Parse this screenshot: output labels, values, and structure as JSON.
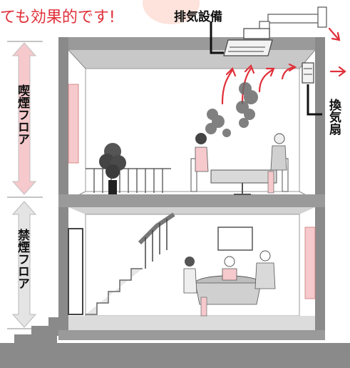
{
  "headline": "ても効果的です!",
  "labels": {
    "exhaust_equipment": "排気設備",
    "ventilation_fan": "換気扇",
    "smoking_floor": "喫煙フロア",
    "non_smoking_floor": "禁煙フロア"
  },
  "colors": {
    "headline_text": "#e0303a",
    "headline_bubble": "#fde3dc",
    "arrow_red": "#e0303a",
    "pink_zone": "#f6c9cc",
    "gray_zone": "#dcdcdc",
    "wall_gray": "#8a8a8a",
    "ceiling_gray": "#bdbdbd"
  }
}
